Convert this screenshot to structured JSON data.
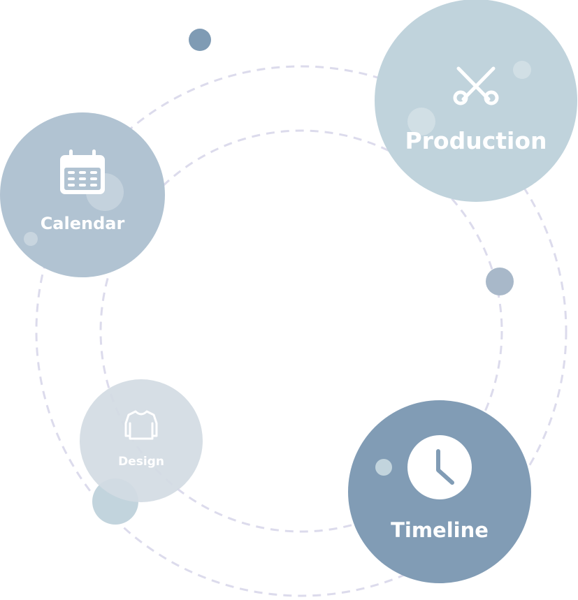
{
  "nodes": {
    "production": {
      "label": "Production",
      "icon": "scissors-icon",
      "color": "#c0d3dc"
    },
    "calendar": {
      "label": "Calendar",
      "icon": "calendar-icon",
      "color": "#b1c3d2"
    },
    "design": {
      "label": "Design",
      "icon": "sweater-icon",
      "color": "#d2dbe3"
    },
    "timeline": {
      "label": "Timeline",
      "icon": "clock-icon",
      "color": "#819cb5"
    }
  },
  "colors": {
    "ring_dash": "#dcdbec",
    "dot_dark": "#7f9bb4",
    "dot_mid": "#a8b8c9",
    "dot_light": "#c2d4dd"
  }
}
